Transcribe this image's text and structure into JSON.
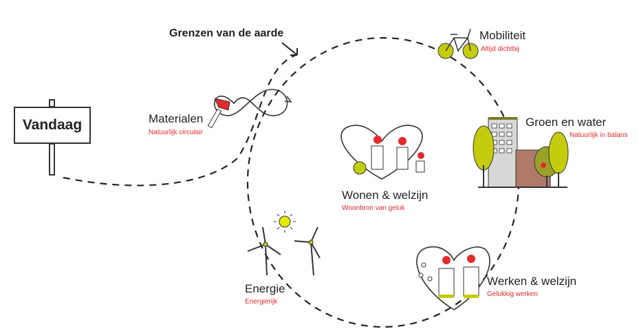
{
  "title": "Grenzen van de aarde",
  "start_sign": "Vandaag",
  "themes": [
    {
      "name": "Mobiliteit",
      "subtitle": "Altijd dichtbij",
      "icon": "bicycle-icon"
    },
    {
      "name": "Materialen",
      "subtitle": "Natuurlijk circulair",
      "icon": "hammer-infinity-icon"
    },
    {
      "name": "Groen en water",
      "subtitle": "Natuurlijk in balans",
      "icon": "buildings-trees-icon"
    },
    {
      "name": "Wonen & welzijn",
      "subtitle": "Woonbron van geluk",
      "icon": "family-heart-icon"
    },
    {
      "name": "Energie",
      "subtitle": "Energierijk",
      "icon": "wind-turbine-sun-icon"
    },
    {
      "name": "Werken & welzijn",
      "subtitle": "Gelukkig werken",
      "icon": "workers-heart-icon"
    }
  ],
  "colors": {
    "accent": "#c4cc0d",
    "red": "#e32b2b",
    "line": "#222222"
  }
}
